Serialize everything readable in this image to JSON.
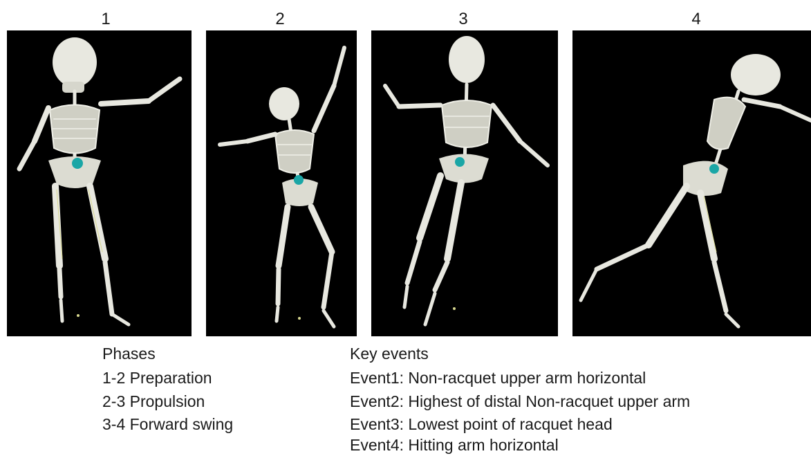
{
  "figure": {
    "panel_numbers": [
      "1",
      "2",
      "3",
      "4"
    ],
    "colors": {
      "background": "#000000",
      "bone": "#e8e8e0",
      "marker": "#1aa6a6",
      "muscle_line": "#d8d890"
    }
  },
  "phases": {
    "heading": "Phases",
    "items": [
      "1-2 Preparation",
      "2-3 Propulsion",
      "3-4 Forward swing"
    ]
  },
  "key_events": {
    "heading": "Key events",
    "items": [
      "Event1: Non-racquet  upper arm horizontal",
      "Event2: Highest of distal Non-racquet upper arm",
      "Event3: Lowest point of racquet head",
      "Event4: Hitting arm horizontal"
    ]
  }
}
